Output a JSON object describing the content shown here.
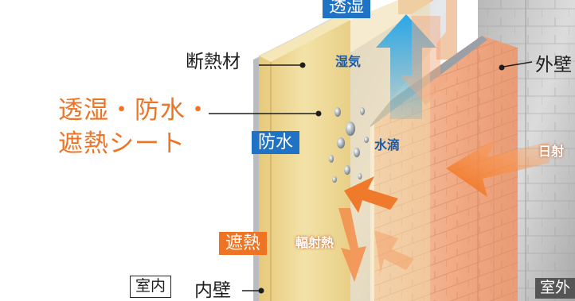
{
  "labels": {
    "moisture_badge": "透湿",
    "insulation": "断熱材",
    "humidity": "湿気",
    "sheet_line1": "透湿・防水・",
    "sheet_line2": "遮熱シート",
    "waterproof_badge": "防水",
    "water_drops": "水滴",
    "heat_shield_badge": "遮熱",
    "radiant_heat": "輻射熱",
    "indoor": "室内",
    "inner_wall": "内壁",
    "outer_wall": "外壁",
    "sunlight": "日射",
    "outdoor": "室外"
  },
  "colors": {
    "orange": "#ee7424",
    "blue": "#1f72c4",
    "insulation_yellow": "#ecd58d",
    "sheet_gray": "#d4d8dc",
    "siding_peach": "#f2b493",
    "outer_gray": "#c9c9c9"
  },
  "icons": [
    "up-arrow-icon",
    "down-arrow-icon",
    "sun-arrow-icon",
    "reflect-arrow-icon"
  ]
}
